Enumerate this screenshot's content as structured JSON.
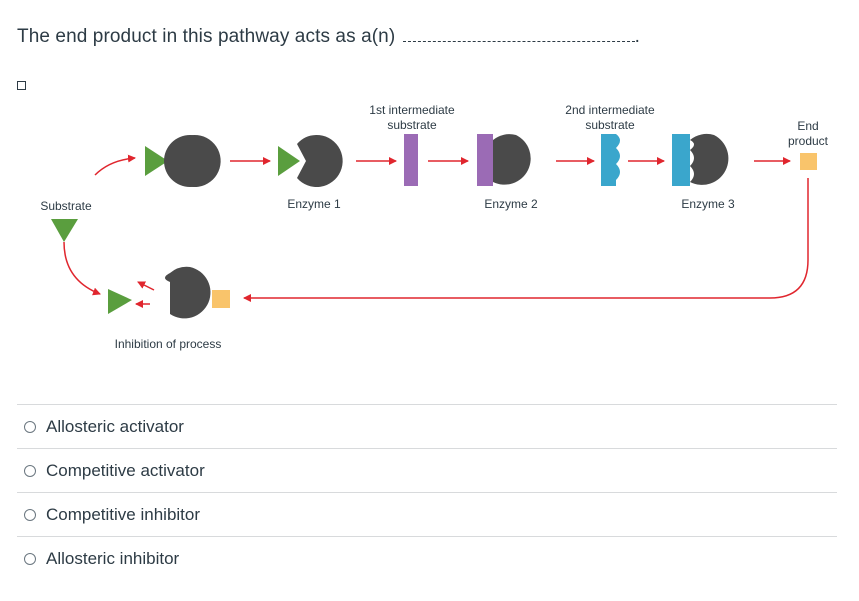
{
  "question": {
    "text": "The end product in this pathway acts as a(n)",
    "trailing": "."
  },
  "diagram": {
    "labels": {
      "substrate": "Substrate",
      "enzyme1": "Enzyme 1",
      "enzyme2": "Enzyme 2",
      "enzyme3": "Enzyme 3",
      "intermediate1_line1": "1st intermediate",
      "intermediate1_line2": "substrate",
      "intermediate2_line1": "2nd intermediate",
      "intermediate2_line2": "substrate",
      "end_product_line1": "End",
      "end_product_line2": "product",
      "inhibition": "Inhibition of process"
    },
    "colors": {
      "enzyme": "#4a4a4a",
      "substrate": "#5a9e3e",
      "intermediate1": "#9b6bb5",
      "intermediate2": "#3aa6cc",
      "end_product": "#f9c46b",
      "arrow": "#e0262e"
    }
  },
  "answers": [
    {
      "label": "Allosteric activator"
    },
    {
      "label": "Competitive activator"
    },
    {
      "label": "Competitive inhibitor"
    },
    {
      "label": "Allosteric inhibitor"
    }
  ]
}
